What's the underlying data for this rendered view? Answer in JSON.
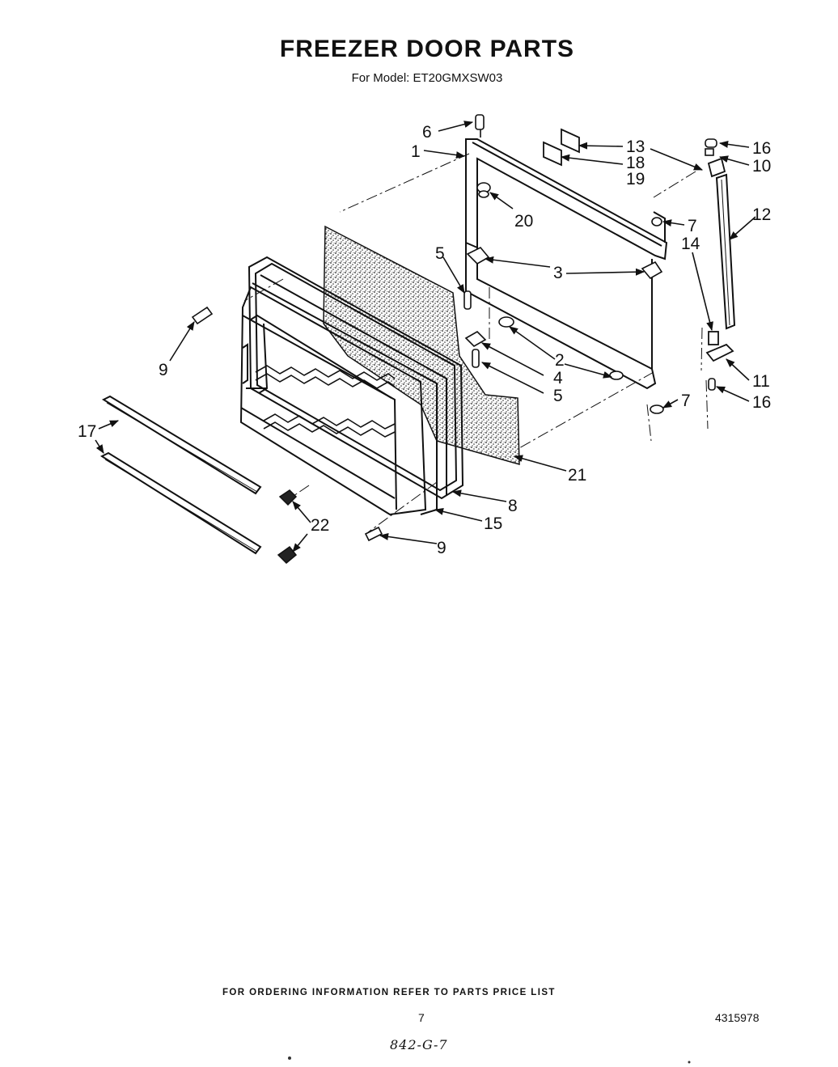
{
  "header": {
    "title": "FREEZER DOOR PARTS",
    "subtitle": "For Model: ET20GMXSW03"
  },
  "callouts": [
    {
      "id": "c6",
      "label": "6"
    },
    {
      "id": "c1",
      "label": "1"
    },
    {
      "id": "c13",
      "label": "13"
    },
    {
      "id": "c18",
      "label": "18"
    },
    {
      "id": "c19",
      "label": "19"
    },
    {
      "id": "c16a",
      "label": "16"
    },
    {
      "id": "c10",
      "label": "10"
    },
    {
      "id": "c20",
      "label": "20"
    },
    {
      "id": "c7a",
      "label": "7"
    },
    {
      "id": "c12",
      "label": "12"
    },
    {
      "id": "c14",
      "label": "14"
    },
    {
      "id": "c5a",
      "label": "5"
    },
    {
      "id": "c3",
      "label": "3"
    },
    {
      "id": "c9a",
      "label": "9"
    },
    {
      "id": "c2",
      "label": "2"
    },
    {
      "id": "c4",
      "label": "4"
    },
    {
      "id": "c5b",
      "label": "5"
    },
    {
      "id": "c11",
      "label": "11"
    },
    {
      "id": "c16b",
      "label": "16"
    },
    {
      "id": "c7b",
      "label": "7"
    },
    {
      "id": "c17",
      "label": "17"
    },
    {
      "id": "c21",
      "label": "21"
    },
    {
      "id": "c8",
      "label": "8"
    },
    {
      "id": "c15",
      "label": "15"
    },
    {
      "id": "c22",
      "label": "22"
    },
    {
      "id": "c9b",
      "label": "9"
    }
  ],
  "footer": {
    "ordering_note": "FOR ORDERING INFORMATION REFER TO PARTS PRICE LIST",
    "page_number": "7",
    "doc_number": "4315978",
    "handwritten_note": "842-G-7"
  }
}
